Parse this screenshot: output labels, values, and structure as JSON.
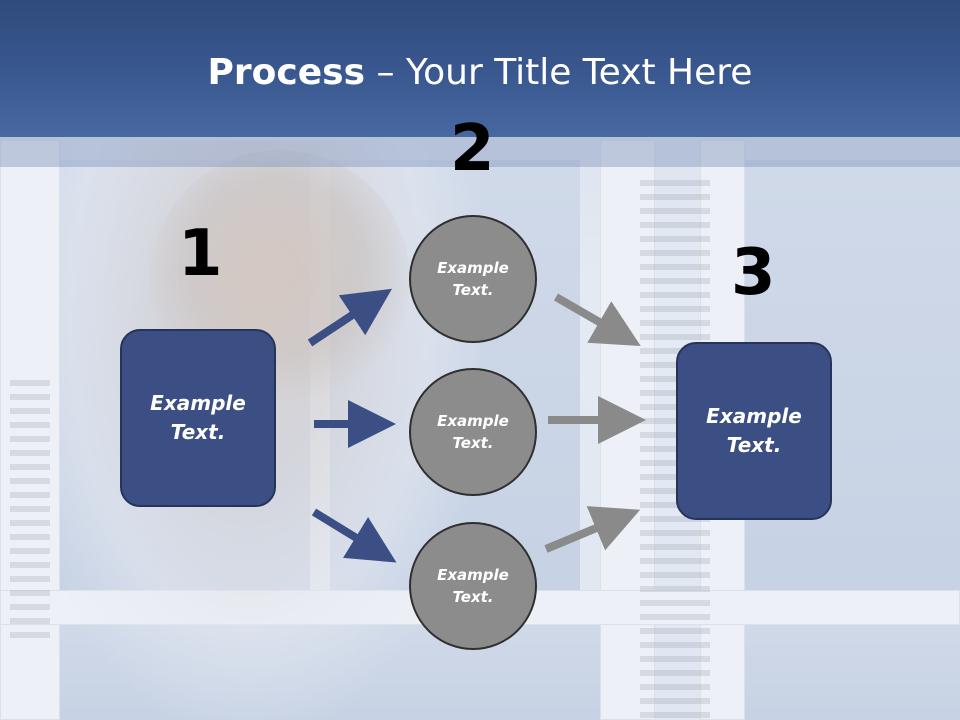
{
  "title": {
    "bold": "Process",
    "rest": " – Your Title Text Here"
  },
  "steps": {
    "one": "1",
    "two": "2",
    "three": "3"
  },
  "left_box": {
    "text": "Example Text."
  },
  "circles": [
    {
      "text": "Example Text."
    },
    {
      "text": "Example Text."
    },
    {
      "text": "Example Text."
    }
  ],
  "right_box": {
    "text": "Example Text."
  },
  "colors": {
    "header": "#3b5a92",
    "box_fill": "#3b4f84",
    "box_border": "#26345a",
    "circle_fill": "#8c8c8c",
    "arrow_blue": "#3b4f84",
    "arrow_gray": "#8a8a8a"
  }
}
